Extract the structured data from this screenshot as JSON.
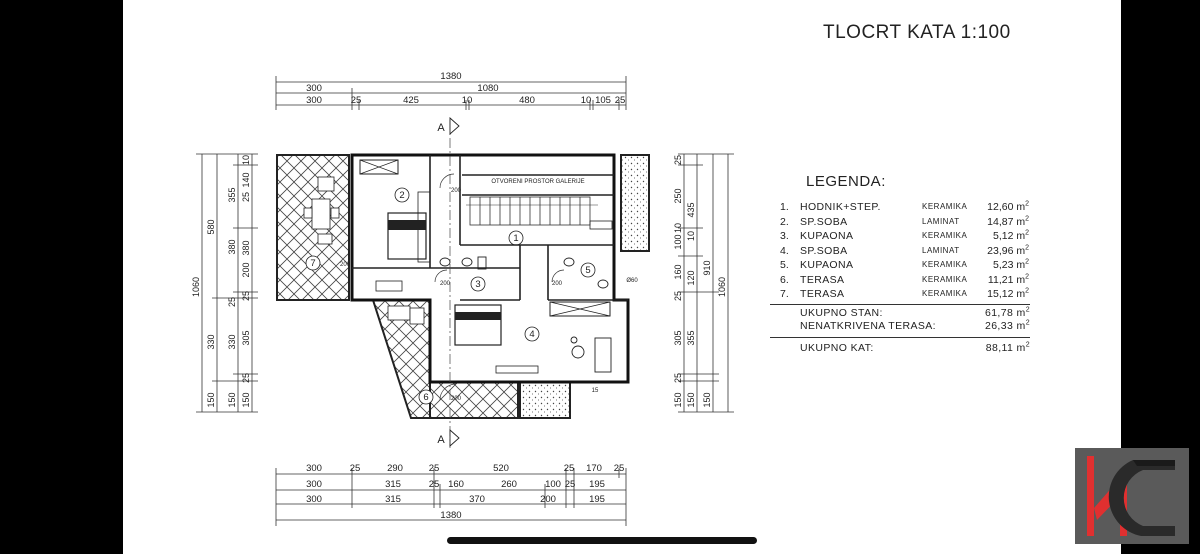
{
  "title": "TLOCRT KATA 1:100",
  "gallery_label": "OTVORENI PROSTOR GALERIJE",
  "legend": {
    "title": "LEGENDA:",
    "rows": [
      {
        "num": "1.",
        "name": "HODNIK+STEP.",
        "material": "KERAMIKA",
        "area": "12,60 m"
      },
      {
        "num": "2.",
        "name": "SP.SOBA",
        "material": "LAMINAT",
        "area": "14,87 m"
      },
      {
        "num": "3.",
        "name": "KUPAONA",
        "material": "KERAMIKA",
        "area": "5,12 m"
      },
      {
        "num": "4.",
        "name": "SP.SOBA",
        "material": "LAMINAT",
        "area": "23,96 m"
      },
      {
        "num": "5.",
        "name": "KUPAONA",
        "material": "KERAMIKA",
        "area": "5,23 m"
      },
      {
        "num": "6.",
        "name": "TERASA",
        "material": "KERAMIKA",
        "area": "11,21 m"
      },
      {
        "num": "7.",
        "name": "TERASA",
        "material": "KERAMIKA",
        "area": "15,12 m"
      }
    ],
    "totals": [
      {
        "label": "UKUPNO STAN:",
        "value": "61,78 m"
      },
      {
        "label": "NENATKRIVENA TERASA:",
        "value": "26,33 m"
      },
      {
        "label": "UKUPNO KAT:",
        "value": "88,11 m"
      }
    ],
    "unit_sup": "2"
  },
  "room_numbers": [
    "1",
    "2",
    "3",
    "4",
    "5",
    "6",
    "7"
  ],
  "section_marker": "A",
  "dims": {
    "top": {
      "row1": [
        "1380"
      ],
      "row2": [
        "300",
        "1080"
      ],
      "row3": [
        "300",
        "25",
        "425",
        "10",
        "480",
        "10",
        "105",
        "25"
      ]
    },
    "bottom": {
      "row1": [
        "300",
        "25",
        "290",
        "25",
        "520",
        "25",
        "170",
        "25"
      ],
      "row2": [
        "300",
        "315",
        "25",
        "160",
        "260",
        "100",
        "25",
        "195"
      ],
      "row3": [
        "300",
        "315",
        "370",
        "200",
        "195"
      ],
      "row4": [
        "1380"
      ]
    },
    "left": {
      "outer": [
        "1060"
      ],
      "mid": [
        "580",
        "330",
        "150"
      ],
      "inner": [
        "10",
        "140",
        "25",
        "355",
        "380",
        "200",
        "25",
        "330",
        "305",
        "25",
        "150"
      ]
    },
    "right": {
      "inner": [
        "25",
        "250",
        "10",
        "435",
        "100",
        "10",
        "160",
        "120",
        "25",
        "305",
        "25",
        "150"
      ],
      "mid": [
        "910",
        "355",
        "150"
      ],
      "outer": [
        "1060"
      ]
    },
    "small": [
      "200",
      "200",
      "200",
      "200",
      "200",
      "Ø60",
      "15"
    ]
  }
}
